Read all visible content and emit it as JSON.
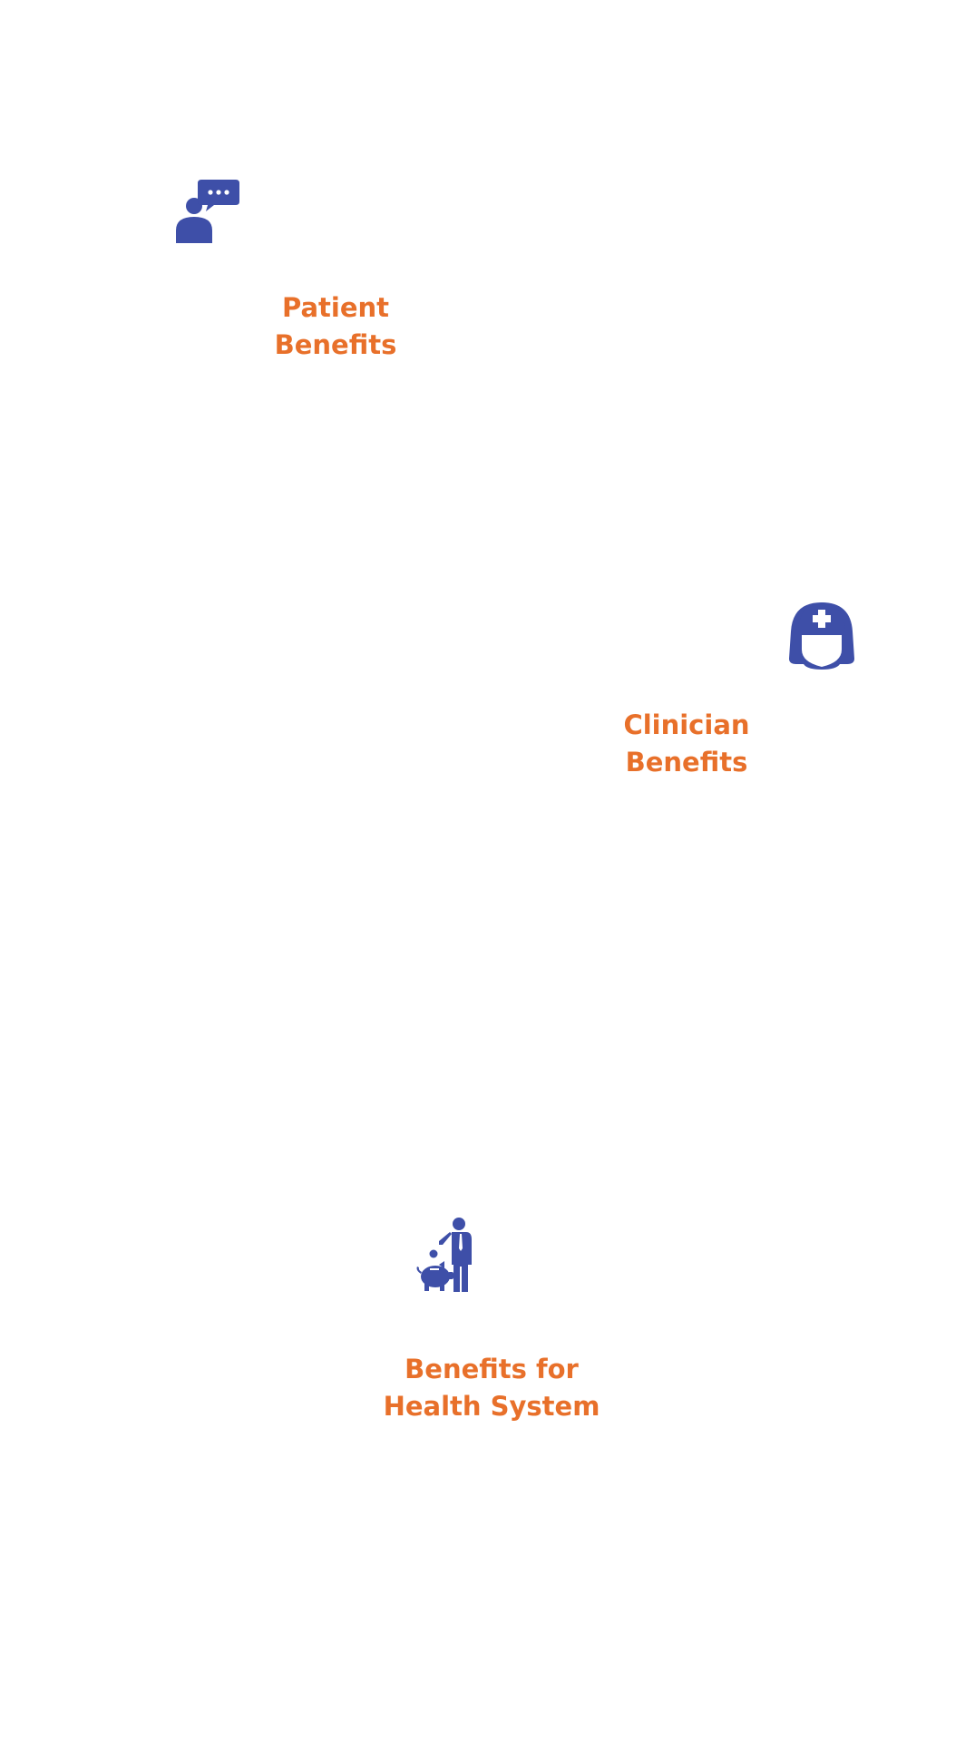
{
  "colors": {
    "icon": "#3E4FA8",
    "label": "#E8702A",
    "background": "#FFFFFF"
  },
  "sections": [
    {
      "icon": "person-speech-bubble-icon",
      "line1": "Patient",
      "line2": "Benefits"
    },
    {
      "icon": "nurse-icon",
      "line1": "Clinician",
      "line2": "Benefits"
    },
    {
      "icon": "man-piggy-bank-icon",
      "line1": "Benefits for",
      "line2": "Health System"
    }
  ]
}
